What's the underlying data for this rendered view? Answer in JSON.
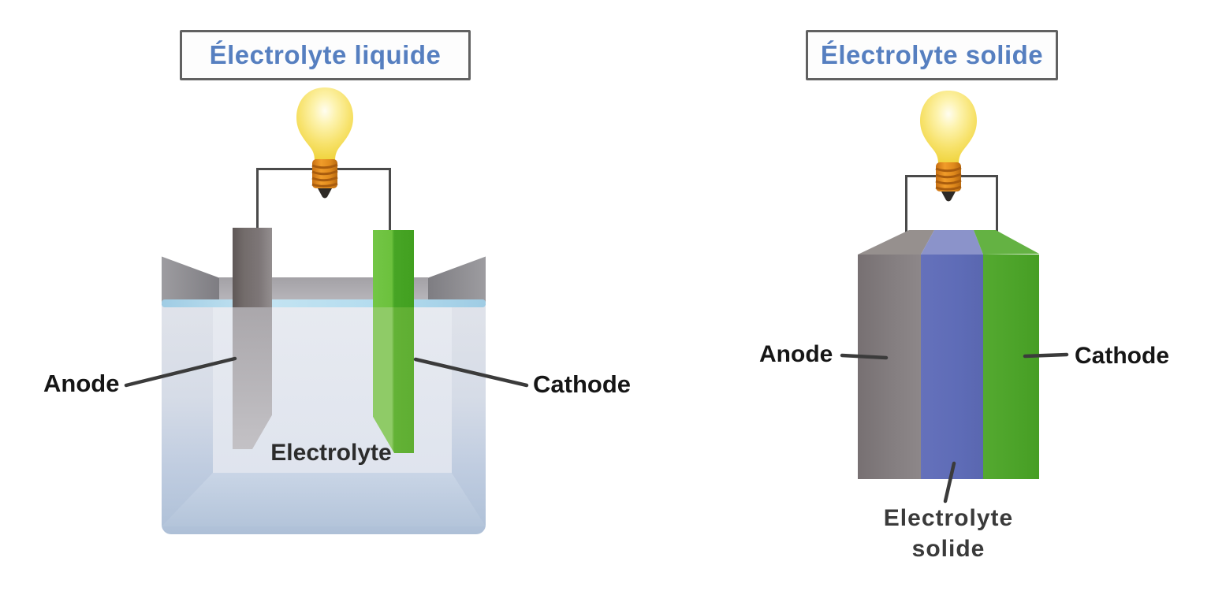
{
  "diagram": {
    "left": {
      "title": "Électrolyte liquide",
      "anode_label": "Anode",
      "cathode_label": "Cathode",
      "electrolyte_label": "Electrolyte"
    },
    "right": {
      "title": "Électrolyte solide",
      "anode_label": "Anode",
      "cathode_label": "Cathode",
      "electrolyte_label_line1": "Electrolyte",
      "electrolyte_label_line2": "solide"
    },
    "colors": {
      "title_text": "#567fc0",
      "title_border": "#616161",
      "anode_gray": "#7b7475",
      "cathode_green": "#4aa826",
      "solid_electrolyte_blue": "#5e6cb7",
      "liquid_fill": "#c6d3e4",
      "water_line": "#aad6ec",
      "bulb_glass_yellow": "#f7e26b",
      "bulb_base_orange": "#e08a1c",
      "wire_gray": "#4a4a4a",
      "label_text": "#1c1c1c"
    }
  }
}
